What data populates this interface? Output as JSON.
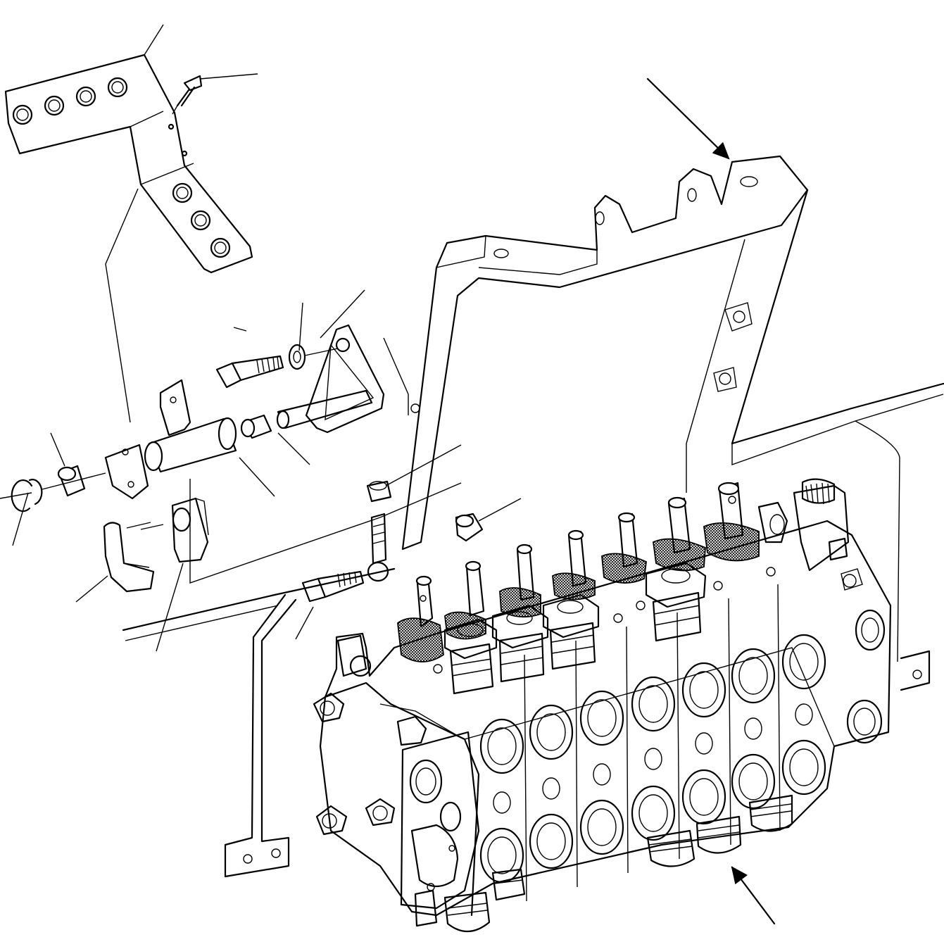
{
  "diagram": {
    "type": "exploded-parts-view",
    "callout_numbers": [],
    "components": [
      "mounting-plate",
      "countersunk-screw",
      "control-valve-frame",
      "control-valve-block",
      "pivot-bracket",
      "bolt",
      "washer",
      "pin-shaft",
      "bushing",
      "lever-hub",
      "spacer",
      "snap-ring",
      "clevis",
      "cap",
      "tie-rod",
      "nut",
      "rod-end-bolt"
    ],
    "arrows": [
      "arrow-upper-right",
      "arrow-lower-right"
    ]
  }
}
